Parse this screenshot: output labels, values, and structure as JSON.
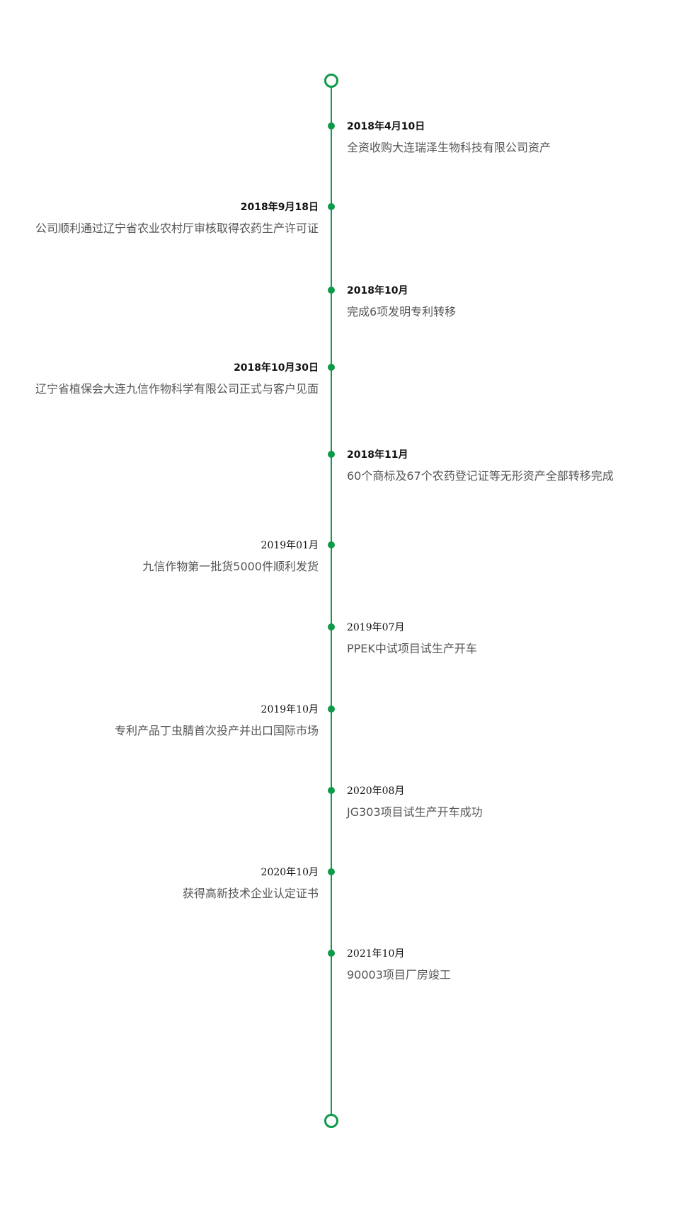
{
  "timeline": {
    "events": [
      {
        "date": "2018年4月10日",
        "text": "全资收购大连瑞泽生物科技有限公司资产"
      },
      {
        "date": "2018年9月18日",
        "text": "公司顺利通过辽宁省农业农村厅审核取得农药生产许可证"
      },
      {
        "date": "2018年10月",
        "text": "完成6项发明专利转移"
      },
      {
        "date": "2018年10月30日",
        "text": "辽宁省植保会大连九信作物科学有限公司正式与客户见面"
      },
      {
        "date": "2018年11月",
        "text": "60个商标及67个农药登记证等无形资产全部转移完成"
      },
      {
        "date": "2019年01月",
        "text": "九信作物第一批货5000件顺利发货"
      },
      {
        "date": "2019年07月",
        "text": "PPEK中试项目试生产开车"
      },
      {
        "date": "2019年10月",
        "text": "专利产品丁虫腈首次投产并出口国际市场"
      },
      {
        "date": "2020年08月",
        "text": "JG303项目试生产开车成功"
      },
      {
        "date": "2020年10月",
        "text": "获得高新技术企业认定证书"
      },
      {
        "date": "2021年10月",
        "text": "90003项目厂房竣工"
      }
    ]
  },
  "colors": {
    "accent": "#0e9a48"
  }
}
